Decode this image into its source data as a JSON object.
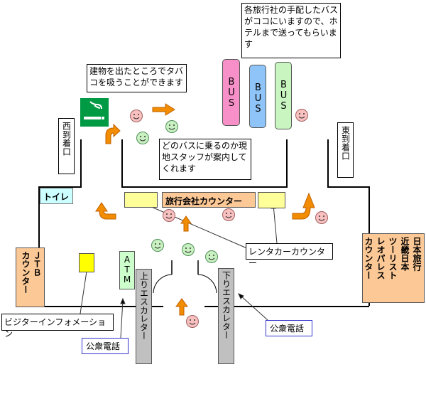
{
  "notes": {
    "bus_info": "各旅行社の手配したバスがココにいますので、ホテルまで送ってもらいます",
    "smoking": "建物を出たところでタバコを吸うことができます",
    "guide": "どのバスに乗るのか現地スタッフが案内してくれます"
  },
  "exits": {
    "west": "西到着口",
    "east": "東到着口"
  },
  "buses": [
    {
      "label": "BUS",
      "color": "#f78fc8"
    },
    {
      "label": "BUS",
      "color": "#8fc4f8"
    },
    {
      "label": "BUS",
      "color": "#c8f5c0"
    }
  ],
  "facilities": {
    "toilet": "トイレ",
    "travel_counter": "旅行会社カウンター",
    "jtb_counter": "ＪＴＢ\nカウンター",
    "right_counter": "日本旅行\n近畿日本\nツーリスト\nレオパレス\nカウンター",
    "atm": "ATM",
    "up_escalator": "上りエスカレター",
    "down_escalator": "下りエスカレター"
  },
  "callouts": {
    "rental_car": "レンタカーカウンター",
    "visitor_info": "ビジターインフォメーション",
    "phone_left": "公衆電話",
    "phone_right": "公衆電話"
  },
  "colors": {
    "orange": "#fbc896",
    "yellow_counter": "#ffff99",
    "visitor_yellow": "#ffff00",
    "toilet": "#ccffff",
    "atm": "#ccffcc",
    "escalator": "#c0c0c0",
    "smoking_green": "#009944",
    "arrow": "#f28c00"
  }
}
